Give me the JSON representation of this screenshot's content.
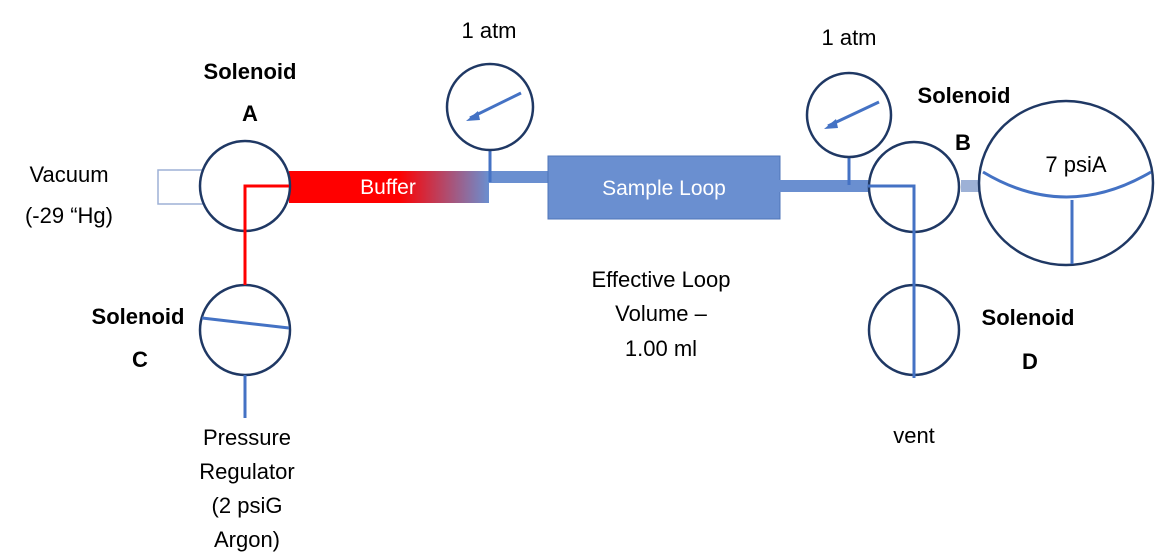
{
  "solenoid_a": {
    "label": "Solenoid",
    "letter": "A"
  },
  "solenoid_b": {
    "label": "Solenoid",
    "letter": "B"
  },
  "solenoid_c": {
    "label": "Solenoid",
    "letter": "C"
  },
  "solenoid_d": {
    "label": "Solenoid",
    "letter": "D"
  },
  "vacuum": {
    "line1": "Vacuum",
    "line2": "(-29 “Hg)"
  },
  "buffer": {
    "label": "Buffer"
  },
  "sample_loop": {
    "label": "Sample Loop"
  },
  "gauge_left": {
    "label": "1 atm"
  },
  "gauge_right": {
    "label": "1 atm"
  },
  "tank": {
    "label": "7 psiA"
  },
  "effective_volume": {
    "line1": "Effective Loop",
    "line2": "Volume –",
    "line3": "1.00 ml"
  },
  "pressure_regulator": {
    "line1": "Pressure",
    "line2": "Regulator",
    "line3": "(2 psiG",
    "line4": "Argon)"
  },
  "vent": {
    "label": "vent"
  },
  "colors": {
    "pipe_blue": "#4472c4",
    "loop_fill": "#6a8fd0",
    "valve_outline": "#1f3864",
    "buffer_red": "#ff0000"
  }
}
